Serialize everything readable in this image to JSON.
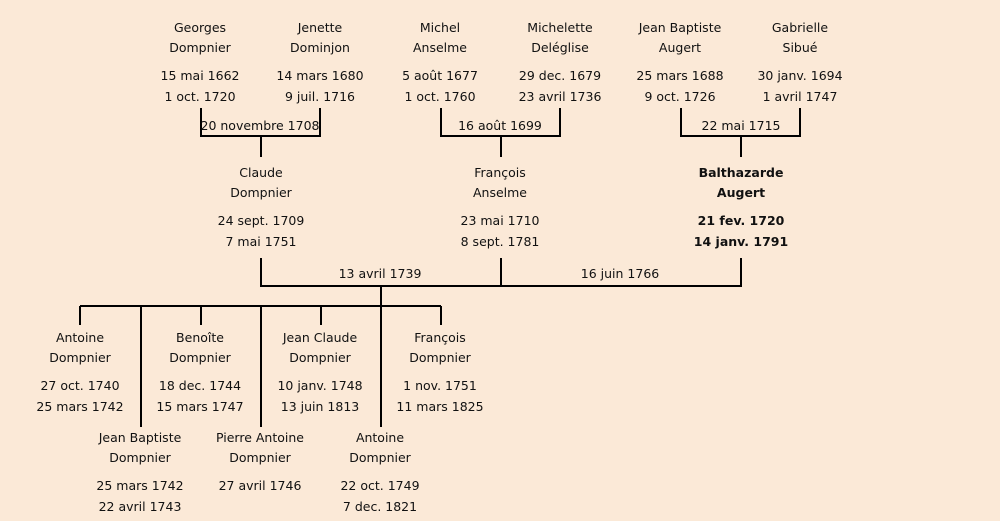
{
  "persons": [
    {
      "first": "Georges",
      "last": "Dompnier",
      "birth": "15 mai 1662",
      "death": "1 oct. 1720"
    },
    {
      "first": "Jenette",
      "last": "Dominjon",
      "birth": "14 mars 1680",
      "death": "9 juil. 1716"
    },
    {
      "first": "Michel",
      "last": "Anselme",
      "birth": "5 août 1677",
      "death": "1 oct. 1760"
    },
    {
      "first": "Michelette",
      "last": "Deléglise",
      "birth": "29 dec. 1679",
      "death": "23 avril 1736"
    },
    {
      "first": "Jean Baptiste",
      "last": "Augert",
      "birth": "25 mars 1688",
      "death": "9 oct. 1726"
    },
    {
      "first": "Gabrielle",
      "last": "Sibué",
      "birth": "30 janv. 1694",
      "death": "1 avril 1747"
    },
    {
      "first": "Claude",
      "last": "Dompnier",
      "birth": "24 sept. 1709",
      "death": "7 mai 1751"
    },
    {
      "first": "François",
      "last": "Anselme",
      "birth": "23 mai 1710",
      "death": "8 sept. 1781"
    },
    {
      "first": "Balthazarde",
      "last": "Augert",
      "birth": "21 fev. 1720",
      "death": "14 janv. 1791",
      "focus": true
    },
    {
      "first": "Antoine",
      "last": "Dompnier",
      "birth": "27 oct. 1740",
      "death": "25 mars 1742"
    },
    {
      "first": "Benoîte",
      "last": "Dompnier",
      "birth": "18 dec. 1744",
      "death": "15 mars 1747"
    },
    {
      "first": "Jean Claude",
      "last": "Dompnier",
      "birth": "10 janv. 1748",
      "death": "13 juin 1813"
    },
    {
      "first": "François",
      "last": "Dompnier",
      "birth": "1 nov. 1751",
      "death": "11 mars 1825"
    },
    {
      "first": "Jean Baptiste",
      "last": "Dompnier",
      "birth": "25 mars 1742",
      "death": "22 avril 1743"
    },
    {
      "first": "Pierre Antoine",
      "last": "Dompnier",
      "birth": "27 avril 1746"
    },
    {
      "first": "Antoine",
      "last": "Dompnier",
      "birth": "22 oct. 1749",
      "death": "7 dec. 1821"
    }
  ],
  "marriages": [
    "20 novembre 1708",
    "16 août 1699",
    "22 mai 1715",
    "13 avril 1739",
    "16 juin 1766"
  ]
}
